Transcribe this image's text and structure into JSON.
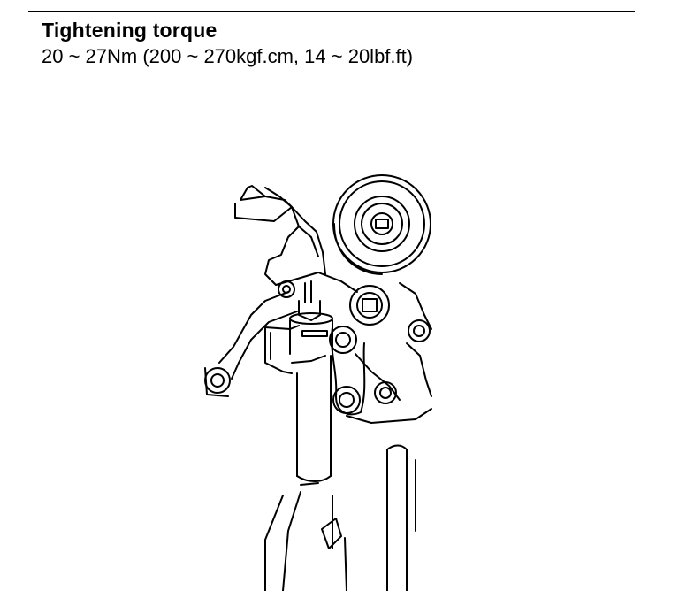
{
  "spec": {
    "title": "Tightening torque",
    "value": "20 ~ 27Nm (200 ~ 270kgf.cm, 14 ~ 20lbf.ft)"
  },
  "illustration": {
    "subject": "timing-belt-tensioner-bolt-diagram"
  }
}
